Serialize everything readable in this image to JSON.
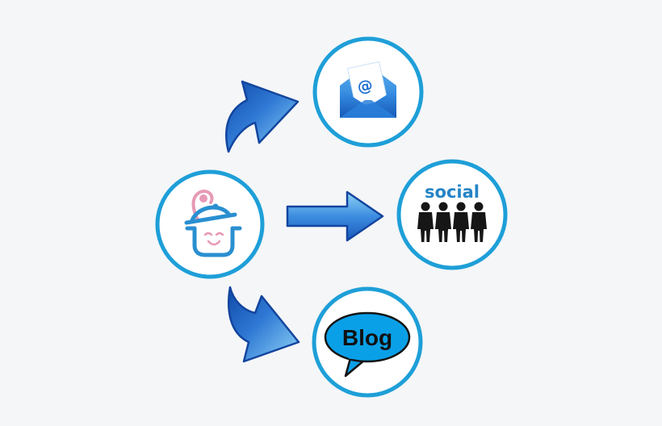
{
  "diagram": {
    "background": "#f5f6f8",
    "ring_color": "#1e9fd8",
    "arrow_color": "#2f78d4",
    "nodes": [
      {
        "id": "source",
        "icon": "cooking-pot-logo-icon"
      },
      {
        "id": "email",
        "icon": "email-envelope-icon",
        "symbol": "@"
      },
      {
        "id": "social",
        "icon": "people-group-icon",
        "label": "social"
      },
      {
        "id": "blog",
        "icon": "speech-bubble-icon",
        "label": "Blog"
      }
    ],
    "edges": [
      {
        "from": "source",
        "to": "email"
      },
      {
        "from": "source",
        "to": "social"
      },
      {
        "from": "source",
        "to": "blog"
      }
    ]
  }
}
